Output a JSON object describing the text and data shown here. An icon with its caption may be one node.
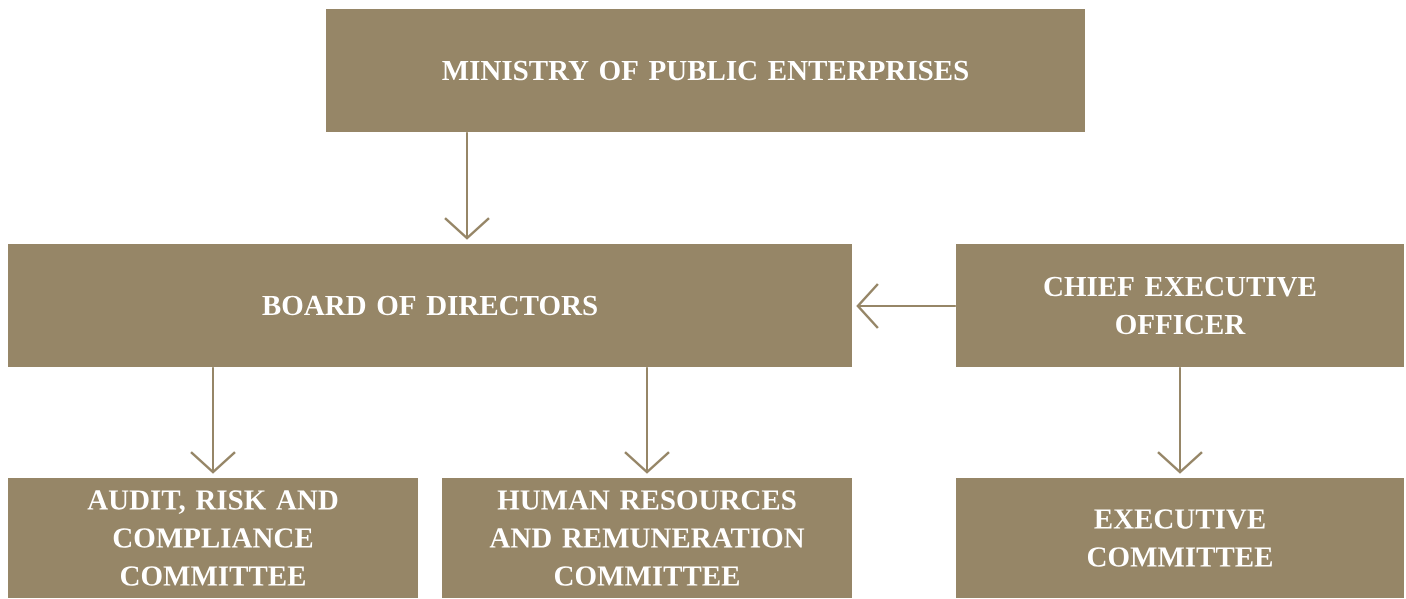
{
  "diagram": {
    "nodes": [
      {
        "text": [
          "MINISTRY OF PUBLIC ENTERPRISES"
        ]
      },
      {
        "text": [
          "BOARD OF DIRECTORS"
        ]
      },
      {
        "text": [
          "CHIEF EXECUTIVE OFFICER"
        ]
      },
      {
        "text": [
          "AUDIT, RISK AND COMPLIANCE COMMITTEE"
        ]
      },
      {
        "text": [
          "HUMAN RESOURCES AND REMUNERATION COMMITTEE"
        ]
      },
      {
        "text": [
          "EXECUTIVE COMMITTEE"
        ]
      }
    ],
    "edges": [
      {
        "from": 0,
        "to": 1,
        "arrow": "to"
      },
      {
        "from": 2,
        "to": 1,
        "arrow": "to"
      },
      {
        "from": 1,
        "to": 3,
        "arrow": "to"
      },
      {
        "from": 1,
        "to": 4,
        "arrow": "to"
      },
      {
        "from": 2,
        "to": 5,
        "arrow": "to"
      }
    ]
  }
}
